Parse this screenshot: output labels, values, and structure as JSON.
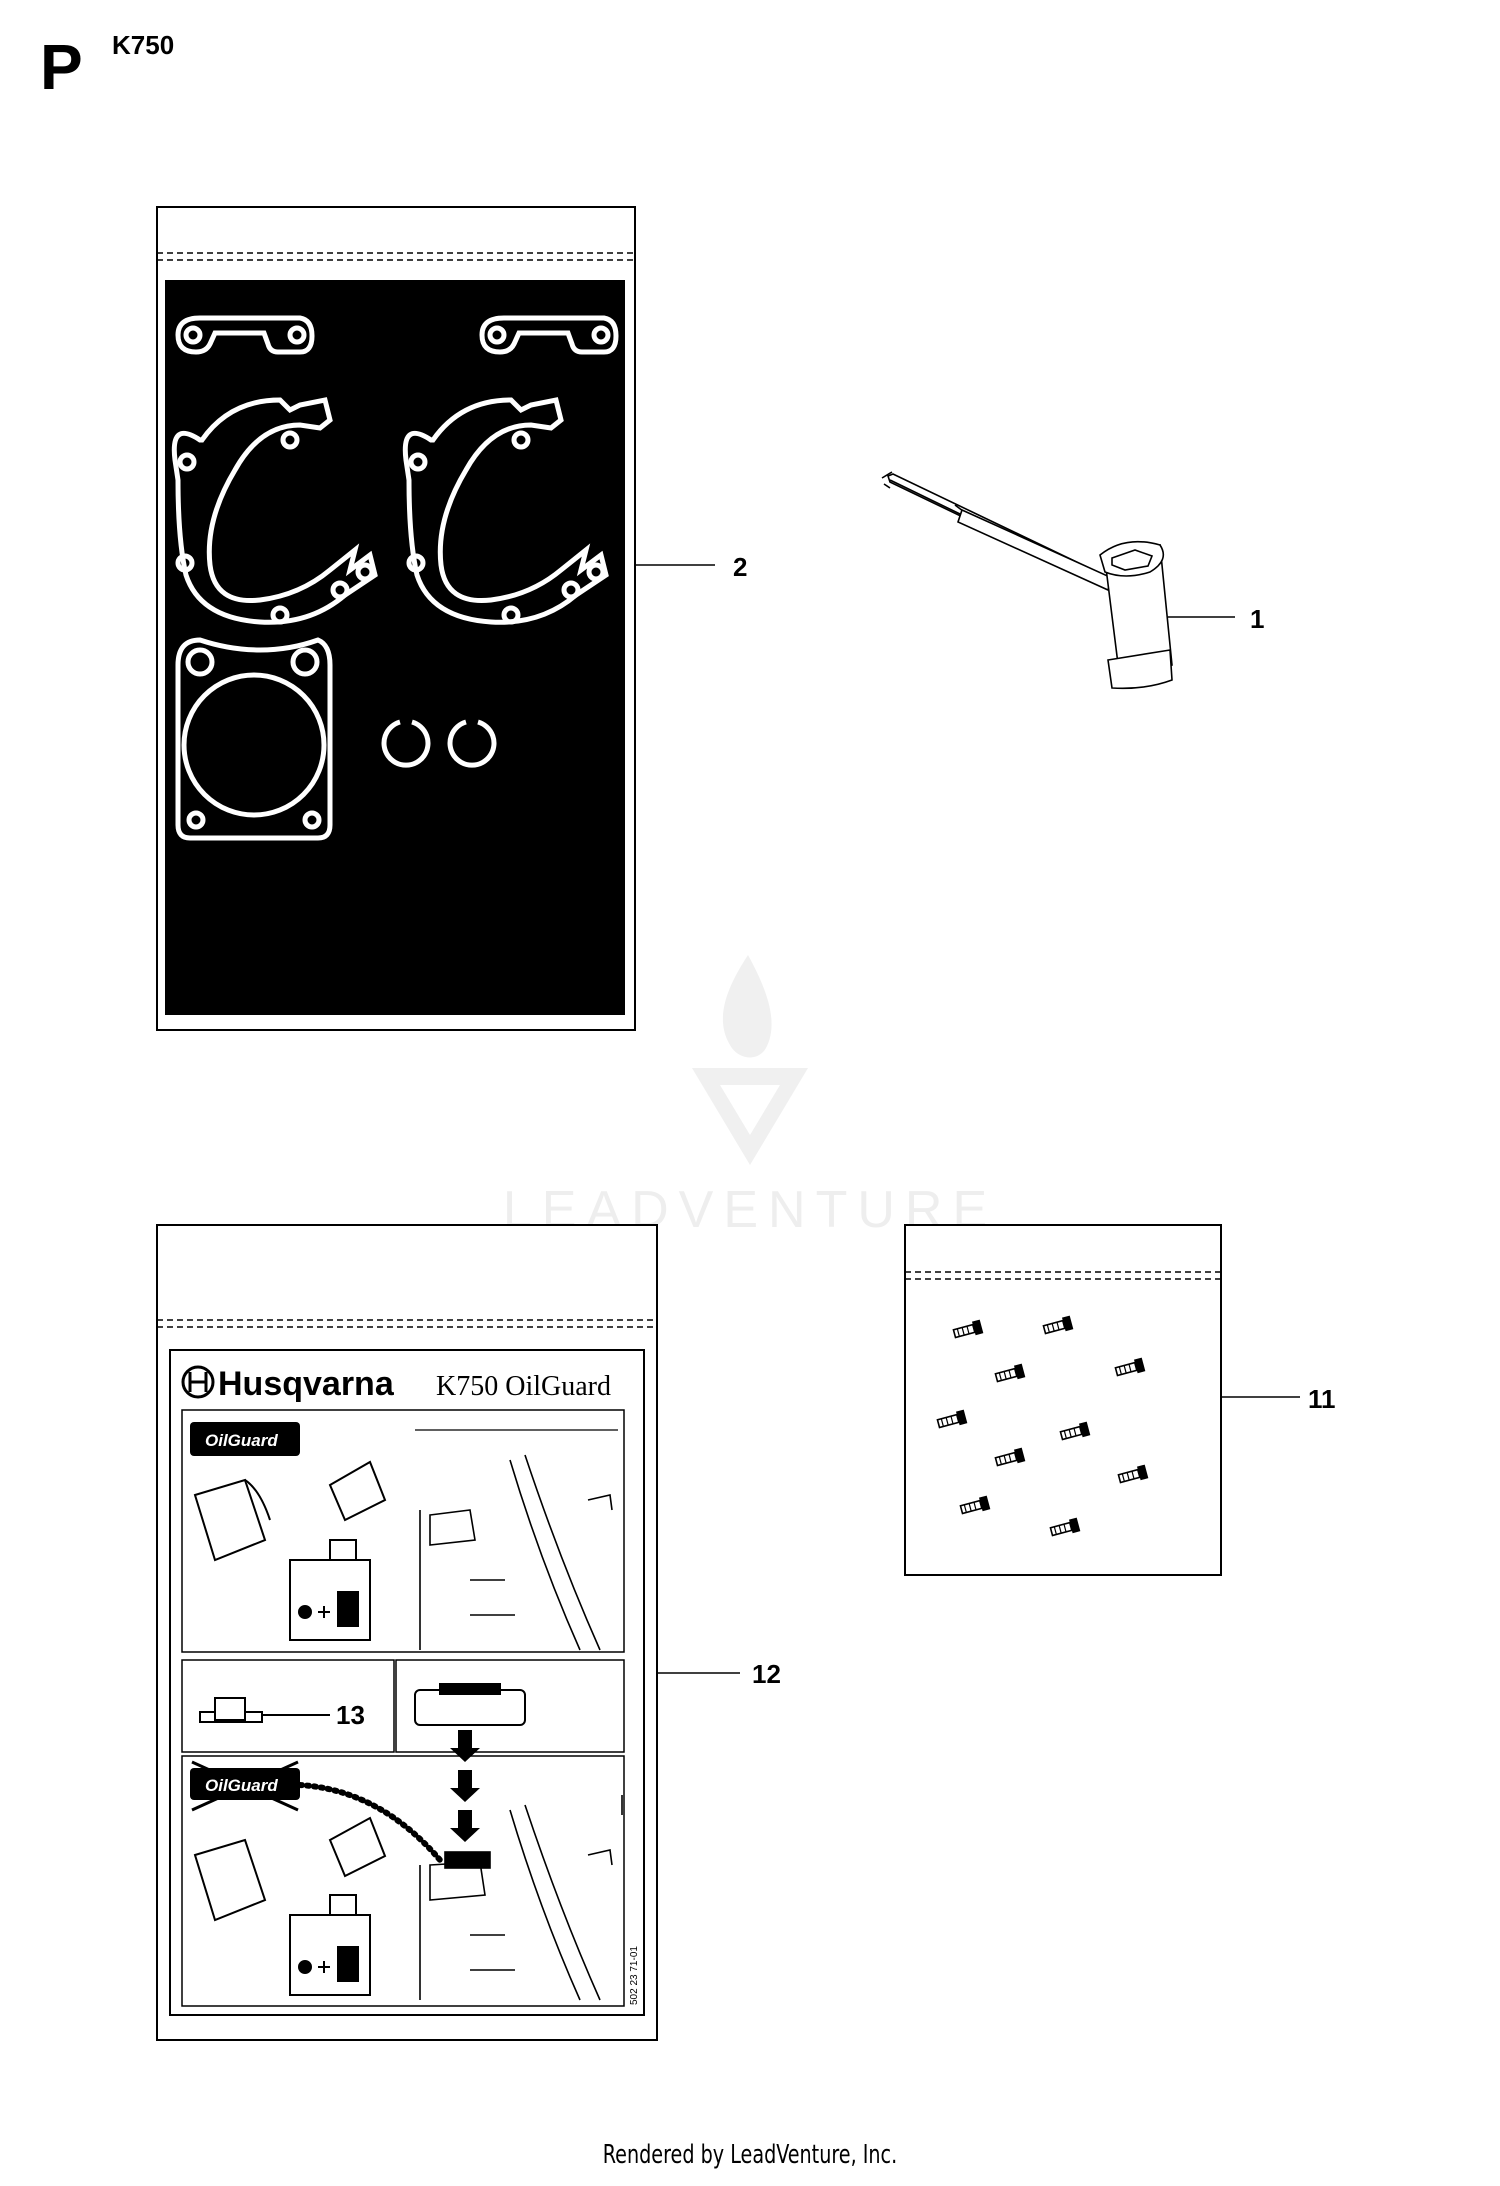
{
  "header": {
    "section_letter": "P",
    "model": "K750"
  },
  "callouts": [
    "2",
    "1",
    "12",
    "13",
    "11"
  ],
  "label": {
    "brand": "Husqvarna",
    "product": "K750 OilGuard",
    "oilguard_badge": "OilGuard",
    "part_code": "502 23 71-01"
  },
  "watermark": {
    "text": "LEADVENTURE"
  },
  "footer": {
    "text": "Rendered by LeadVenture, Inc."
  }
}
